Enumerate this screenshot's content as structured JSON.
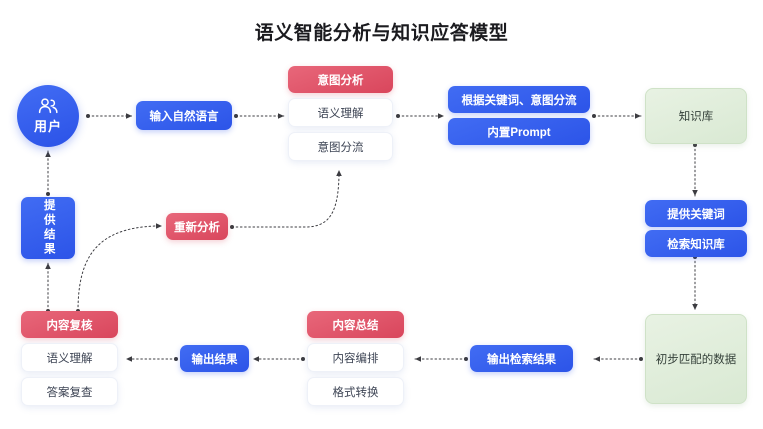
{
  "page": {
    "title": "语义智能分析与知识应答模型",
    "background": "#ffffff"
  },
  "colors": {
    "blue": "#2c54e8",
    "blue_light": "#416cf3",
    "red": "#d9465c",
    "red_light": "#e8677a",
    "green": "#d9e9d3",
    "green_border": "#cfe2c7",
    "connector": "#3c3c41",
    "white_text": "#3d4454"
  },
  "nodes": {
    "user": {
      "label": "用户",
      "icon": "users-icon"
    },
    "input_natural_language": {
      "label": "输入自然语言"
    },
    "intent_analysis_group": {
      "header": "意图分析",
      "items": [
        "语义理解",
        "意图分流"
      ]
    },
    "routing": {
      "label": "根据关键词、意图分流"
    },
    "builtin_prompt": {
      "label": "内置Prompt"
    },
    "knowledge_base": {
      "label": "知识库"
    },
    "provide_keywords": {
      "label": "提供关键词"
    },
    "search_knowledge_base": {
      "label": "检索知识库"
    },
    "matched_data": {
      "label": "初步匹配的数据"
    },
    "provide_result": {
      "label": "提供结果"
    },
    "reanalyze": {
      "label": "重新分析"
    },
    "content_review_group": {
      "header": "内容复核",
      "items": [
        "语义理解",
        "答案复查"
      ]
    },
    "output_result": {
      "label": "输出结果"
    },
    "content_summary_group": {
      "header": "内容总结",
      "items": [
        "内容编排",
        "格式转换"
      ]
    },
    "output_search_result": {
      "label": "输出检索结果"
    }
  },
  "connections": [
    {
      "from": "user",
      "to": "input_natural_language"
    },
    {
      "from": "input_natural_language",
      "to": "intent_analysis_group"
    },
    {
      "from": "intent_analysis_group",
      "to": "routing"
    },
    {
      "from": "routing",
      "to": "knowledge_base"
    },
    {
      "from": "knowledge_base",
      "to": "provide_keywords"
    },
    {
      "from": "search_knowledge_base",
      "to": "matched_data"
    },
    {
      "from": "matched_data",
      "to": "output_search_result"
    },
    {
      "from": "output_search_result",
      "to": "content_summary_group"
    },
    {
      "from": "content_summary_group",
      "to": "output_result"
    },
    {
      "from": "output_result",
      "to": "content_review_group"
    },
    {
      "from": "content_review_group",
      "to": "provide_result"
    },
    {
      "from": "provide_result",
      "to": "user"
    },
    {
      "from": "content_review_group",
      "to": "reanalyze"
    },
    {
      "from": "reanalyze",
      "to": "intent_analysis_group"
    }
  ]
}
